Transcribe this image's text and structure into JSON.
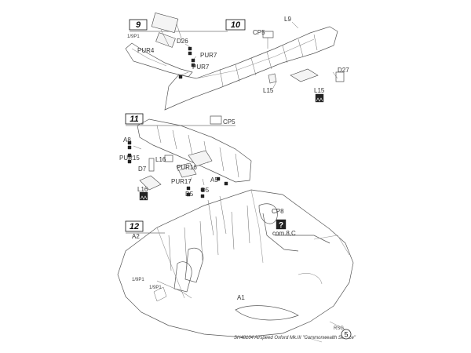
{
  "steps": {
    "s9": {
      "number": "9",
      "labels": [
        "D26",
        "PUR4",
        "PUR7",
        "PUR7",
        "1/9P1"
      ]
    },
    "s10": {
      "number": "10",
      "labels": [
        "CP5",
        "L9",
        "D27",
        "L15",
        "L15"
      ]
    },
    "s11": {
      "number": "11",
      "labels": [
        "CP5",
        "A8",
        "PUR15",
        "D7",
        "L16",
        "PUR16",
        "PUR17",
        "A5",
        "D5",
        "D5",
        "L16"
      ]
    },
    "s12": {
      "number": "12",
      "labels": [
        "CP8",
        "A2",
        "A1",
        "1/9P1",
        "1/9P1"
      ]
    }
  },
  "paint_note": {
    "symbol": "?",
    "text": "com.8,C"
  },
  "footer": {
    "code": "SH48104",
    "title": "Airspeed Oxford Mk.III \"Commonwealth Service\"",
    "page": "5",
    "small": "RSG"
  },
  "colors": {
    "line": "#555555",
    "paper": "#ffffff",
    "ink": "#222222"
  }
}
